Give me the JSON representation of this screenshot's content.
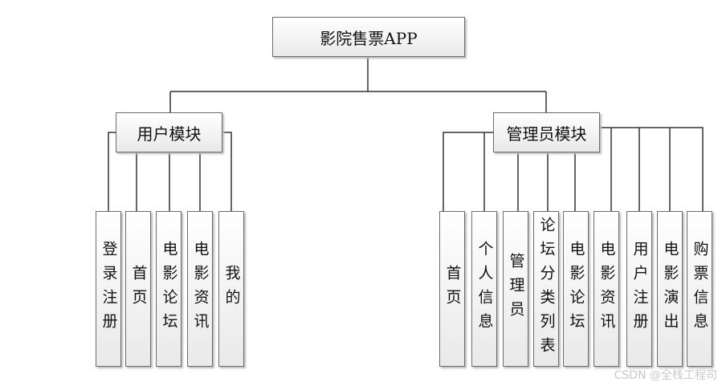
{
  "root": {
    "label": "影院售票APP"
  },
  "user_module": {
    "label": "用户模块",
    "children": [
      "登录注册",
      "首页",
      "电影论坛",
      "电影资讯",
      "我的"
    ]
  },
  "admin_module": {
    "label": "管理员模块",
    "children": [
      "首页",
      "个人信息",
      "管理员",
      "论坛分类列表",
      "电影论坛",
      "电影资讯",
      "用户注册",
      "电影演出",
      "购票信息"
    ]
  },
  "watermark": "CSDN @全栈工程司"
}
